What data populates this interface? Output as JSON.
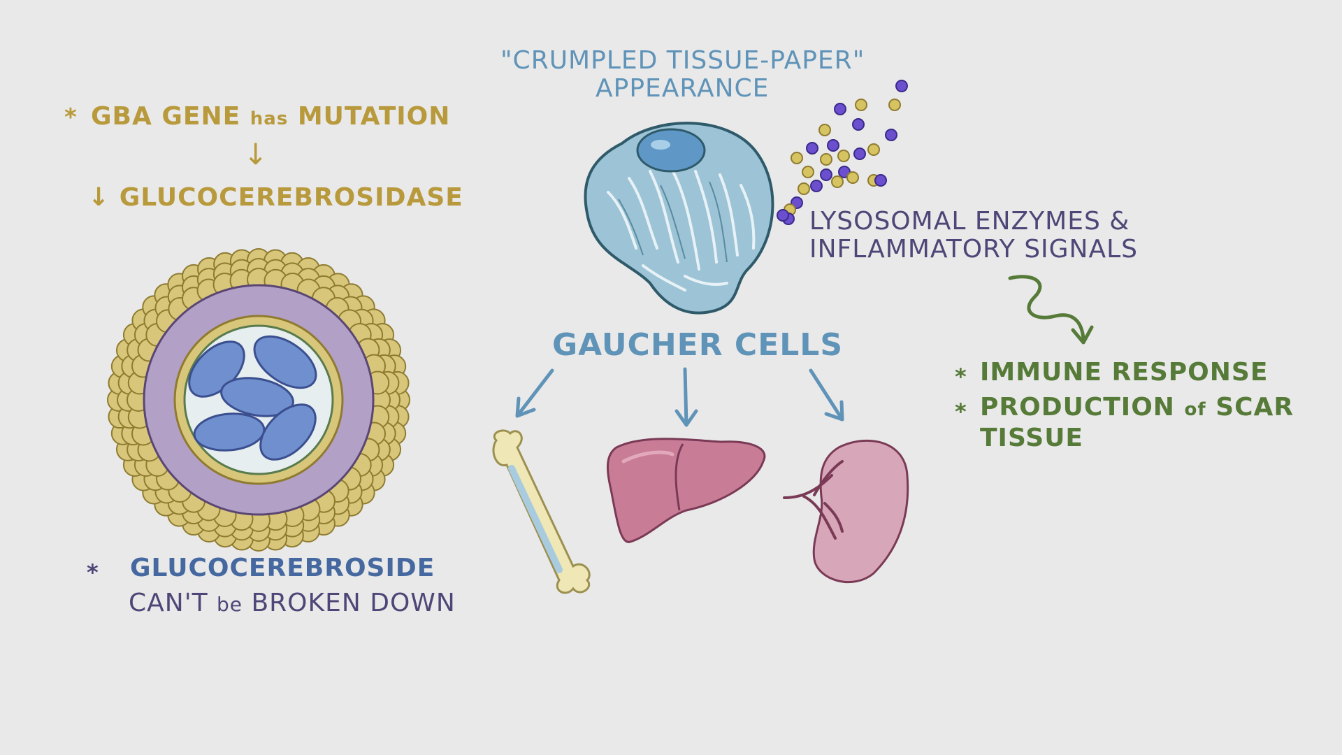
{
  "colors": {
    "background": "#e9e9e9",
    "gold": "#b89a3c",
    "blue": "#5f93b8",
    "dark_blue": "#44689f",
    "purple": "#4e4677",
    "green": "#567a38"
  },
  "left": {
    "star": "*",
    "gene_line_prefix": "GBA GENE ",
    "gene_line_small": "has",
    "gene_line_suffix": " MUTATION",
    "arrow_down": "↓",
    "enzyme_line": "↓ GLUCOCEREBROSIDASE",
    "substrate_star": "*",
    "substrate_name": "GLUCOCEREBROSIDE",
    "substrate_prefix": "CAN'T ",
    "substrate_small": "be",
    "substrate_suffix": " BROKEN DOWN"
  },
  "center": {
    "quote_line1": "\"CRUMPLED TISSUE-PAPER\"",
    "quote_line2": "APPEARANCE",
    "cells_label": "GAUCHER CELLS"
  },
  "right": {
    "signals_line1": "LYSOSOMAL ENZYMES &",
    "signals_line2": "INFLAMMATORY SIGNALS",
    "effects": [
      {
        "star": "*",
        "text": "IMMUNE RESPONSE"
      },
      {
        "star": "*",
        "prefix": "PRODUCTION ",
        "small": "of",
        "suffix": " SCAR",
        "line2": "TISSUE"
      }
    ]
  }
}
